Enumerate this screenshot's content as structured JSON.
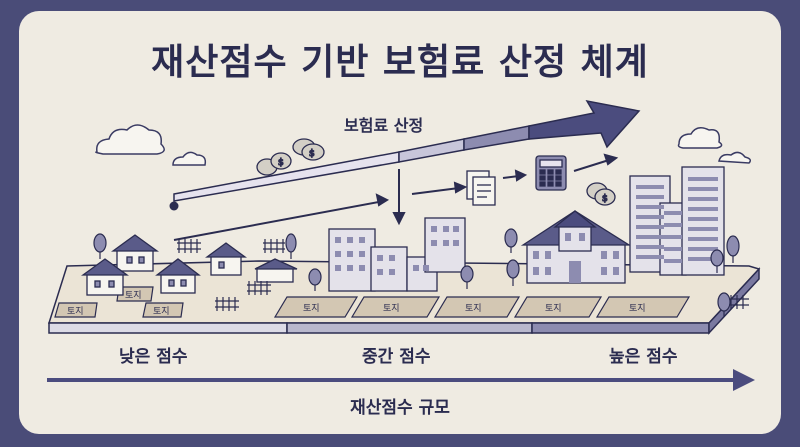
{
  "title": "재산점수 기반 보험료 산정 체계",
  "premium_label": "보험료 산정",
  "lot_label": "토지",
  "tiers": [
    {
      "label": "낮은 점수"
    },
    {
      "label": "중간 점수"
    },
    {
      "label": "높은 점수"
    }
  ],
  "axis_label": "재산점수 규모",
  "colors": {
    "background": "#4a4c78",
    "card": "#efebe2",
    "ink": "#2b2c50",
    "lot": "#d3c7b3",
    "building": "#e4e2ea"
  },
  "icons": [
    "cloud-icon",
    "coin-stack-icon",
    "document-icon",
    "calculator-icon",
    "tree-icon",
    "fence-icon"
  ]
}
